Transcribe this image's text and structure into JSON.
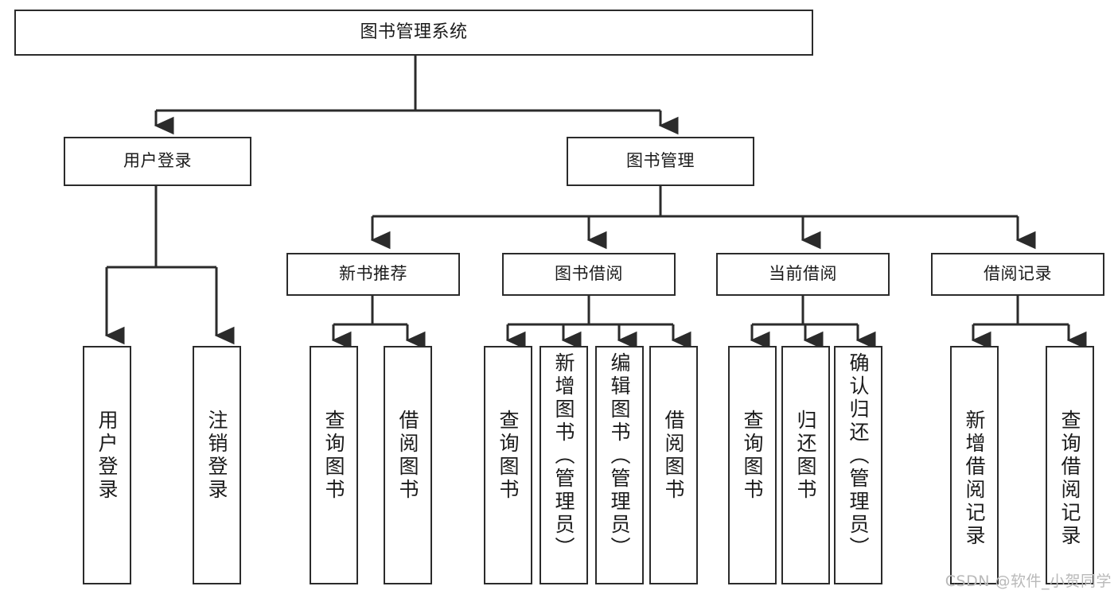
{
  "diagram": {
    "type": "tree-hierarchy",
    "title": "图书管理系统",
    "root": {
      "label": "图书管理系统"
    },
    "level1": [
      {
        "id": "user-login",
        "label": "用户登录"
      },
      {
        "id": "book-manage",
        "label": "图书管理"
      }
    ],
    "level2": [
      {
        "id": "new-book-recommend",
        "label": "新书推荐"
      },
      {
        "id": "book-borrow",
        "label": "图书借阅"
      },
      {
        "id": "current-borrow",
        "label": "当前借阅"
      },
      {
        "id": "borrow-record",
        "label": "借阅记录"
      }
    ],
    "leaves": {
      "user_login": [
        {
          "id": "leaf-user-login",
          "label": "用户登录"
        },
        {
          "id": "leaf-user-logout",
          "label": "注销登录"
        }
      ],
      "new_book_recommend": [
        {
          "id": "leaf-query-book-1",
          "label": "查询图书"
        },
        {
          "id": "leaf-borrow-book-1",
          "label": "借阅图书"
        }
      ],
      "book_borrow": [
        {
          "id": "leaf-query-book-2",
          "label": "查询图书"
        },
        {
          "id": "leaf-add-book",
          "label": "新增图书（管理员）"
        },
        {
          "id": "leaf-edit-book",
          "label": "编辑图书（管理员）"
        },
        {
          "id": "leaf-borrow-book-2",
          "label": "借阅图书"
        }
      ],
      "current_borrow": [
        {
          "id": "leaf-query-book-3",
          "label": "查询图书"
        },
        {
          "id": "leaf-return-book",
          "label": "归还图书"
        },
        {
          "id": "leaf-confirm-return",
          "label": "确认归还（管理员）"
        }
      ],
      "borrow_record": [
        {
          "id": "leaf-add-record",
          "label": "新增借阅记录"
        },
        {
          "id": "leaf-query-record",
          "label": "查询借阅记录"
        }
      ]
    }
  },
  "watermark": {
    "text": "CSDN @软件_小贺同学"
  },
  "colors": {
    "box_border": "#2b2b2b",
    "box_fill": "#ffffff",
    "connector": "#2b2b2b",
    "text": "#1b1b1b",
    "watermark": "#b9b9b9"
  }
}
